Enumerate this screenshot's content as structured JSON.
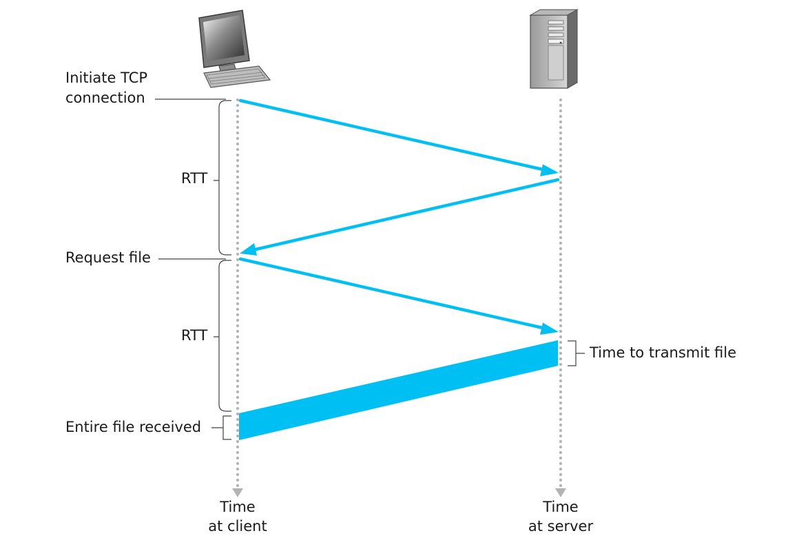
{
  "labels": {
    "initiate_line1": "Initiate TCP",
    "initiate_line2": "connection",
    "rtt_first": "RTT",
    "request_file": "Request file",
    "rtt_second": "RTT",
    "time_to_transmit": "Time to transmit file",
    "entire_file_received": "Entire file received",
    "client_axis_line1": "Time",
    "client_axis_line2": "at client",
    "server_axis_line1": "Time",
    "server_axis_line2": "at server"
  },
  "icons": {
    "client": "desktop-computer-icon",
    "server": "server-tower-icon"
  },
  "colors": {
    "message": "#00BFF3",
    "timeline": "#B3B3B3",
    "bracket": "#404040",
    "text": "#1A1A1A"
  }
}
